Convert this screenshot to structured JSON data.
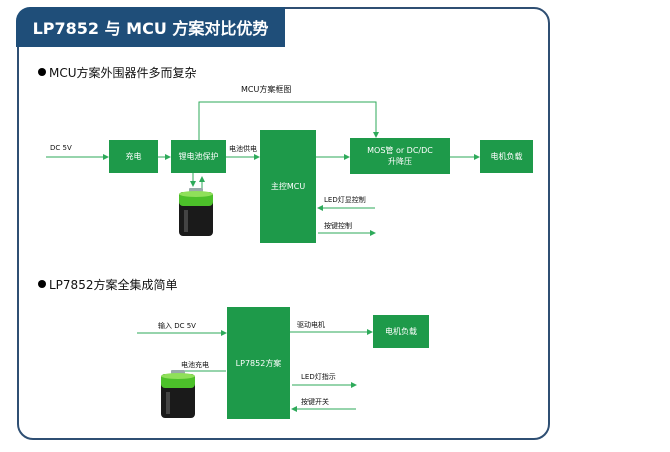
{
  "title": "LP7852 与 MCU 方案对比优势",
  "section1": {
    "heading": "MCU方案外围器件多而复杂",
    "frame_label": "MCU方案框图",
    "input_label": "DC 5V",
    "boxes": {
      "charge": "充电",
      "battery_protect": "锂电池保护",
      "main_mcu": "主控MCU",
      "mos": "MOS管 or DC/DC\n升降压",
      "motor": "电机负载"
    },
    "labels": {
      "battery_supply": "电池供电",
      "led_control": "LED灯显控制",
      "key_control": "按键控制"
    }
  },
  "section2": {
    "heading": "LP7852方案全集成简单",
    "input_label": "输入 DC 5V",
    "boxes": {
      "lp7852": "LP7852方案",
      "motor": "电机负载"
    },
    "labels": {
      "drive_motor": "驱动电机",
      "battery_charge": "电池充电",
      "led_indicator": "LED灯指示",
      "key_switch": "按键开关"
    }
  },
  "colors": {
    "title_bg": "#1f4e79",
    "box_green": "#1e9a4a",
    "line_green": "#2eaa5a",
    "frame_border": "#2f4f73"
  }
}
